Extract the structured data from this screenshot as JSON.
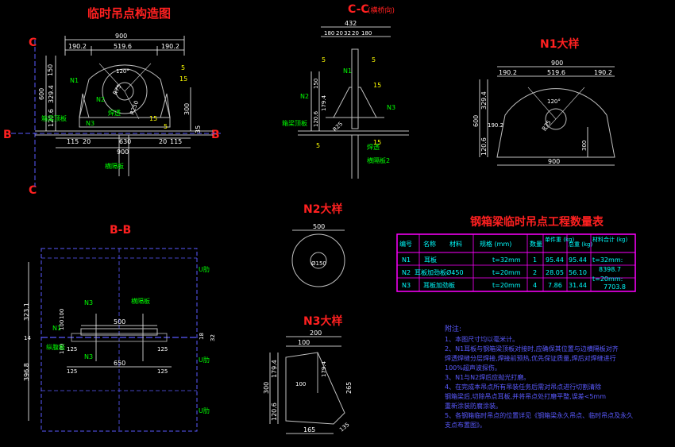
{
  "titles": {
    "main": "临时吊点构造图",
    "cc": "C-C",
    "cc_sub": "(横桥向)",
    "n1": "N1大样",
    "n2": "N2大样",
    "n3": "N3大样",
    "bb": "B-B",
    "table": "钢箱梁临时吊点工程数量表"
  },
  "markers": {
    "c": "C",
    "b": "B"
  },
  "main_view": {
    "dims_top": [
      "190.2",
      "519.6",
      "190.2"
    ],
    "dim_900": "900",
    "dims_bottom": [
      "115",
      "20",
      "630",
      "20",
      "115"
    ],
    "dim_bottom_900": "900",
    "left_dims": [
      "150",
      "600",
      "329.4",
      "120.6"
    ],
    "right_dims": [
      "300",
      "35"
    ],
    "labels": {
      "n1": "N1",
      "n2": "N2",
      "n3": "N3",
      "weld": "焊透",
      "deck": "箱梁顶板",
      "web": "横隔板"
    },
    "angle": "120°",
    "r75": "R75",
    "r250": "R250",
    "s5": "5",
    "s15": "15"
  },
  "cc_view": {
    "dim_432": "432",
    "dims_top": [
      "180",
      "20",
      "32",
      "20",
      "180"
    ],
    "left_dims": [
      "150",
      "120.6",
      "179.4"
    ],
    "labels": {
      "n1": "N1",
      "n2": "N2",
      "n3": "N3",
      "deck": "箱梁顶板",
      "web": "横隔板2",
      "weld": "焊透"
    },
    "r25": "R25",
    "s5": "5",
    "s15": "15"
  },
  "n1_view": {
    "dims_top": [
      "190.2",
      "519.6",
      "190.2"
    ],
    "dim_900": "900",
    "dim_bottom": "900",
    "left_dims": [
      "600",
      "329.4",
      "120.6"
    ],
    "angle": "120°",
    "r75": "R75",
    "d190": "190.2",
    "d300": "300"
  },
  "n2_view": {
    "dim": "500",
    "hole": "Ø150"
  },
  "n3_view": {
    "dims_top": [
      "200",
      "100"
    ],
    "left_dims": [
      "300",
      "120.6",
      "179.4"
    ],
    "inner": "100",
    "right": "265",
    "bottom": "165",
    "angle": "135"
  },
  "bb_view": {
    "left_dims": [
      "323.1",
      "100",
      "100",
      "100",
      "396.8"
    ],
    "right_dims": [
      "18",
      "32"
    ],
    "dims_mid": [
      "500",
      "125",
      "125"
    ],
    "dim_650": "650",
    "dims_low": [
      "125",
      "125"
    ],
    "labels": {
      "n3": "N3",
      "n1": "N1",
      "web": "横隔板",
      "deck": "纵腹板",
      "u1": "U肋",
      "u2": "U肋",
      "u3": "U肋",
      "n3b": "N3"
    },
    "left_14": "14"
  },
  "table": {
    "headers": [
      "编号",
      "名称",
      "材料",
      "规格 (mm)",
      "数量",
      "单件重 (kg)",
      "总重 (kg)",
      "材料合计 (kg)"
    ],
    "rows": [
      {
        "no": "N1",
        "name": "耳板",
        "spec": "t=32mm",
        "qty": "1",
        "unit": "95.44",
        "total": "95.44",
        "sum": "t=32mm:",
        "sum2": "8398.7"
      },
      {
        "no": "N2",
        "name": "耳板加劲板Ø450",
        "spec": "t=20mm",
        "qty": "2",
        "unit": "28.05",
        "total": "56.10",
        "sum": "t=20mm:",
        "sum2": "7703.8"
      },
      {
        "no": "N3",
        "name": "耳板加劲板",
        "spec": "t=20mm",
        "qty": "4",
        "unit": "7.86",
        "total": "31.44",
        "sum": "",
        "sum2": ""
      }
    ]
  },
  "notes": {
    "title": "附注:",
    "lines": [
      "1、本图尺寸均以毫米计。",
      "2、N1耳板与钢箱梁顶板对接时,应确保其位置与边横隔板对齐",
      "   焊透焊缝分层焊接,焊接前预热,优先保证质量,焊后对焊缝进行",
      "   100%超声波探伤。",
      "3、N1与N2焊后应抛光打磨。",
      "4、在完成本吊点所有吊装任务后需对吊点进行切割清除",
      "   钢箱梁后,切除吊点耳板,并将吊点处打磨平整,误差<5mm",
      "   重新涂装防腐涂装。",
      "5、各钢箱临时吊点的位置详见《钢箱梁永久吊点、临时吊点及永久",
      "   支点布置图》。"
    ]
  },
  "colors": {
    "red": "#ff2020",
    "yellow": "#ffff00",
    "green": "#00ff00",
    "white": "#ffffff",
    "cyan": "#00ffff",
    "magenta": "#ff00ff",
    "blue": "#5a5aff",
    "gray": "#bfbfbf"
  }
}
